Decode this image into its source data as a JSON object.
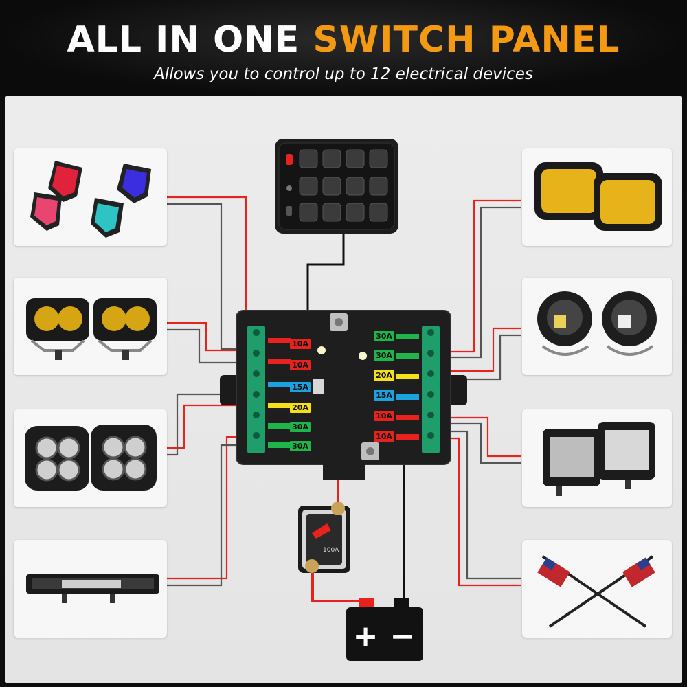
{
  "header": {
    "title_part1": "ALL IN ONE",
    "title_part2": "SWITCH PANEL",
    "subtitle": "Allows you to control up to 12 electrical devices"
  },
  "fuses_left": [
    {
      "label": "10A",
      "color": "#e8231e"
    },
    {
      "label": "10A",
      "color": "#e8231e"
    },
    {
      "label": "15A",
      "color": "#1aa3e0"
    },
    {
      "label": "20A",
      "color": "#f4e01a"
    },
    {
      "label": "30A",
      "color": "#1fb54a"
    },
    {
      "label": "30A",
      "color": "#1fb54a"
    }
  ],
  "fuses_right": [
    {
      "label": "30A",
      "color": "#1fb54a"
    },
    {
      "label": "30A",
      "color": "#1fb54a"
    },
    {
      "label": "20A",
      "color": "#f4e01a"
    },
    {
      "label": "15A",
      "color": "#1aa3e0"
    },
    {
      "label": "10A",
      "color": "#e8231e"
    },
    {
      "label": "10A",
      "color": "#e8231e"
    }
  ],
  "breaker": {
    "label": "100A"
  },
  "battery": {
    "plus": "+",
    "minus": "−"
  },
  "devices": {
    "left": [
      "rock-lights",
      "yellow-fog-pods",
      "led-cube-pods",
      "led-light-bar"
    ],
    "right": [
      "amber-offroad-lights",
      "round-fog-lights",
      "white-cube-pods",
      "led-whip-flags"
    ]
  },
  "colors": {
    "accent": "#f39a12",
    "wire_red": "#e8231e",
    "wire_black": "#111111",
    "terminal_green": "#1f9e6b"
  }
}
